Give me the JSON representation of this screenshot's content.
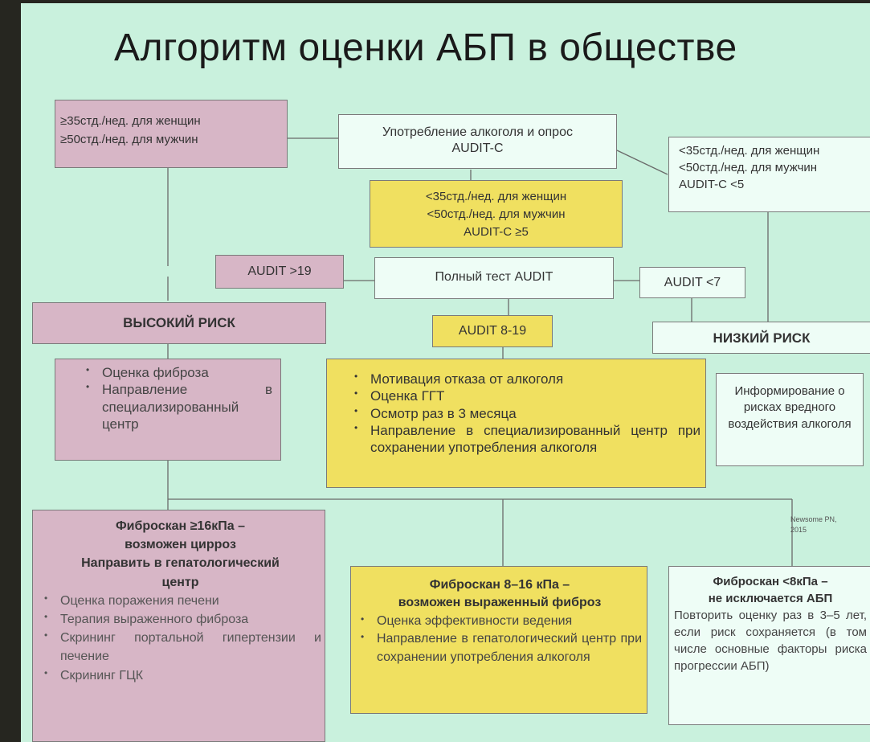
{
  "title": "Алгоритм оценки АБП в обществе",
  "boxes": {
    "high_threshold": [
      "≥35стд./нед. для женщин",
      "≥50стд./нед. для мужчин"
    ],
    "start": [
      "Употребление алкоголя и опрос",
      "AUDIT-C"
    ],
    "low_threshold": [
      "<35стд./нед. для женщин",
      "<50стд./нед. для мужчин",
      "AUDIT-C <5"
    ],
    "mid_threshold": [
      "<35стд./нед. для женщин",
      "<50стд./нед. для мужчин",
      "AUDIT-C ≥5"
    ],
    "audit_high": "AUDIT >19",
    "full_audit": "Полный тест AUDIT",
    "audit_low": "AUDIT <7",
    "high_risk": "ВЫСОКИЙ РИСК",
    "audit_mid": "AUDIT 8-19",
    "low_risk": "НИЗКИЙ РИСК",
    "high_actions": [
      "Оценка фиброза",
      "Направление в специализированный центр"
    ],
    "mid_actions": [
      "Мотивация отказа от алкоголя",
      "Оценка ГГТ",
      "Осмотр раз в 3 месяца",
      "Направление в специализированный центр при сохранении употребления алкоголя"
    ],
    "low_info": "Информирование о рисках вредного воздействия алкоголя",
    "fibro_high": {
      "heading": [
        "Фиброскан ≥16кПа –",
        "возможен цирроз",
        "Направить в гепатологический",
        "центр"
      ],
      "items": [
        "Оценка поражения печени",
        "Терапия выраженного фиброза",
        "Скрининг портальной гипертензии и печение",
        "Скрининг ГЦК"
      ]
    },
    "fibro_mid": {
      "heading": [
        "Фиброскан 8–16 кПа –",
        "возможен выраженный фиброз"
      ],
      "items": [
        "Оценка эффективности ведения",
        "Направление в гепатологический центр при сохранении употребления алкоголя"
      ]
    },
    "fibro_low": {
      "heading": [
        "Фиброскан <8кПа –",
        "не исключается АБП"
      ],
      "text": "Повторить оценку раз в 3–5 лет, если риск сохраняется (в том числе основные факторы риска прогрессии АБП)"
    }
  },
  "reference": [
    "Newsome PN,",
    "2015"
  ],
  "colors": {
    "pink": "#d7b6c6",
    "yellow": "#f0e060",
    "white": "#eefdf6",
    "background": "#c9f1dd"
  }
}
